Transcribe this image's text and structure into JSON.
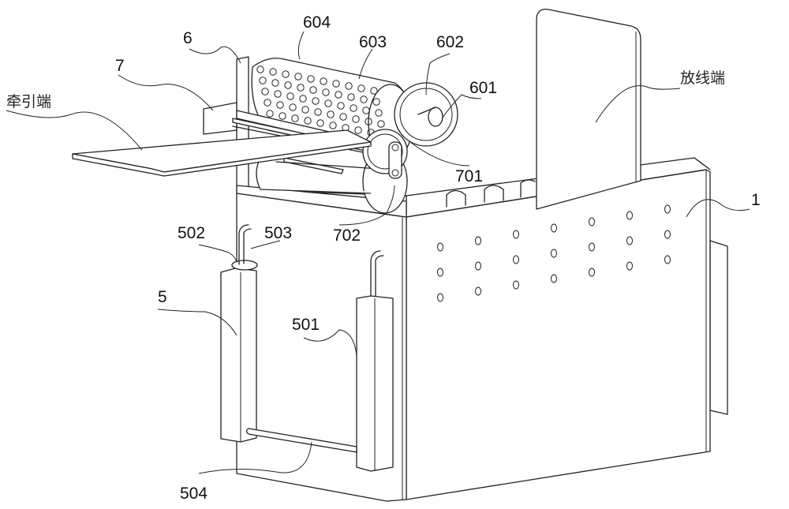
{
  "figure": {
    "labels": {
      "l6": "6",
      "l7": "7",
      "l604": "604",
      "l603": "603",
      "l602": "602",
      "l601": "601",
      "l701": "701",
      "l702": "702",
      "l1": "1",
      "l5": "5",
      "l501": "501",
      "l502": "502",
      "l503": "503",
      "l504": "504",
      "traction_end": "牵引端",
      "payout_end": "放线端"
    }
  }
}
